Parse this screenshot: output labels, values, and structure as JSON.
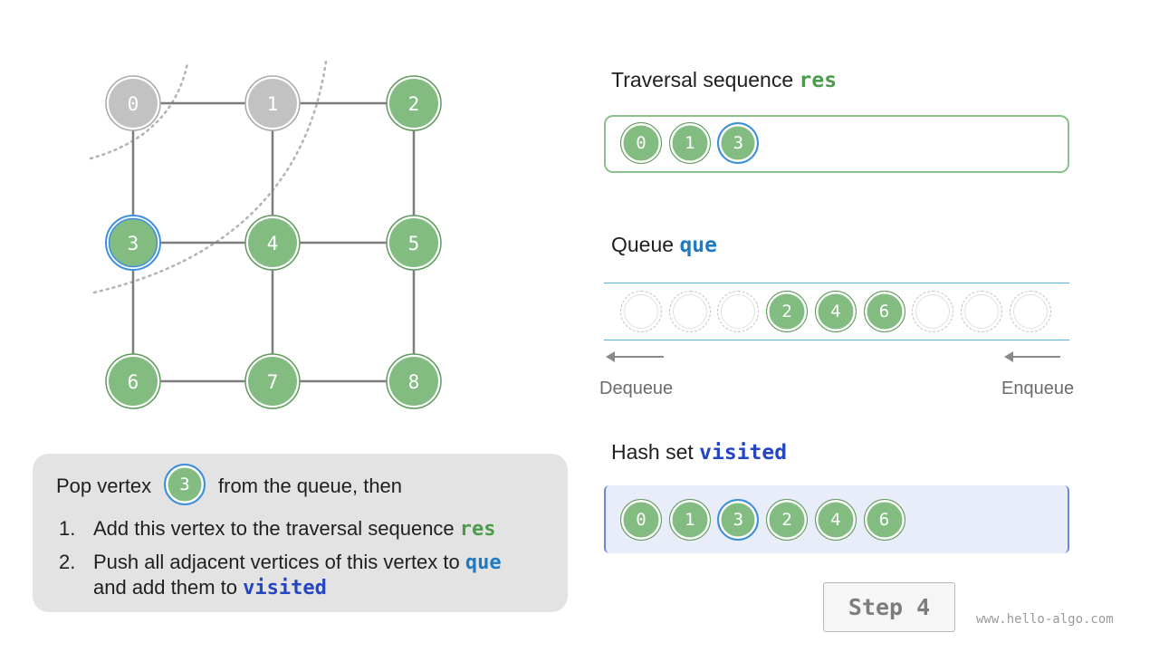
{
  "graph": {
    "nodes": [
      {
        "label": "0",
        "state": "popped"
      },
      {
        "label": "1",
        "state": "popped"
      },
      {
        "label": "2",
        "state": "visited"
      },
      {
        "label": "3",
        "state": "current"
      },
      {
        "label": "4",
        "state": "visited"
      },
      {
        "label": "5",
        "state": "visited"
      },
      {
        "label": "6",
        "state": "visited"
      },
      {
        "label": "7",
        "state": "visited"
      },
      {
        "label": "8",
        "state": "visited"
      }
    ],
    "edges": [
      [
        0,
        1
      ],
      [
        1,
        2
      ],
      [
        0,
        3
      ],
      [
        1,
        4
      ],
      [
        2,
        5
      ],
      [
        3,
        4
      ],
      [
        4,
        5
      ],
      [
        3,
        6
      ],
      [
        4,
        7
      ],
      [
        5,
        8
      ],
      [
        6,
        7
      ],
      [
        7,
        8
      ]
    ]
  },
  "res_section": {
    "title_text": "Traversal sequence ",
    "title_code": "res",
    "items": [
      "0",
      "1",
      "3"
    ],
    "highlighted_index": 2
  },
  "queue_section": {
    "title_text": "Queue ",
    "title_code": "que",
    "slots": [
      "",
      "",
      "",
      "2",
      "4",
      "6",
      "",
      "",
      ""
    ],
    "dequeue_label": "Dequeue",
    "enqueue_label": "Enqueue"
  },
  "visited_section": {
    "title_text": "Hash set ",
    "title_code": "visited",
    "items": [
      "0",
      "1",
      "3",
      "2",
      "4",
      "6"
    ],
    "highlighted_index": 2
  },
  "info": {
    "line1_before": "Pop vertex",
    "line1_vertex": "3",
    "line1_after": "from the queue, then",
    "item1_num": "1.",
    "item1_text": "Add this vertex to the traversal sequence ",
    "item1_code": "res",
    "item2_num": "2.",
    "item2_text": "Push all adjacent vertices of this vertex to ",
    "item2_code": "que",
    "item2_line2_text": "and add them to ",
    "item2_line2_code": "visited"
  },
  "step_label": "Step 4",
  "watermark": "www.hello-algo.com",
  "colors": {
    "visited_node": "#82bc80",
    "popped_node": "#c2c2c2",
    "highlight_ring": "#3d8fe0",
    "res_code": "#4c9a4c",
    "que_code": "#1f7ac2",
    "visited_code": "#2446c2"
  }
}
